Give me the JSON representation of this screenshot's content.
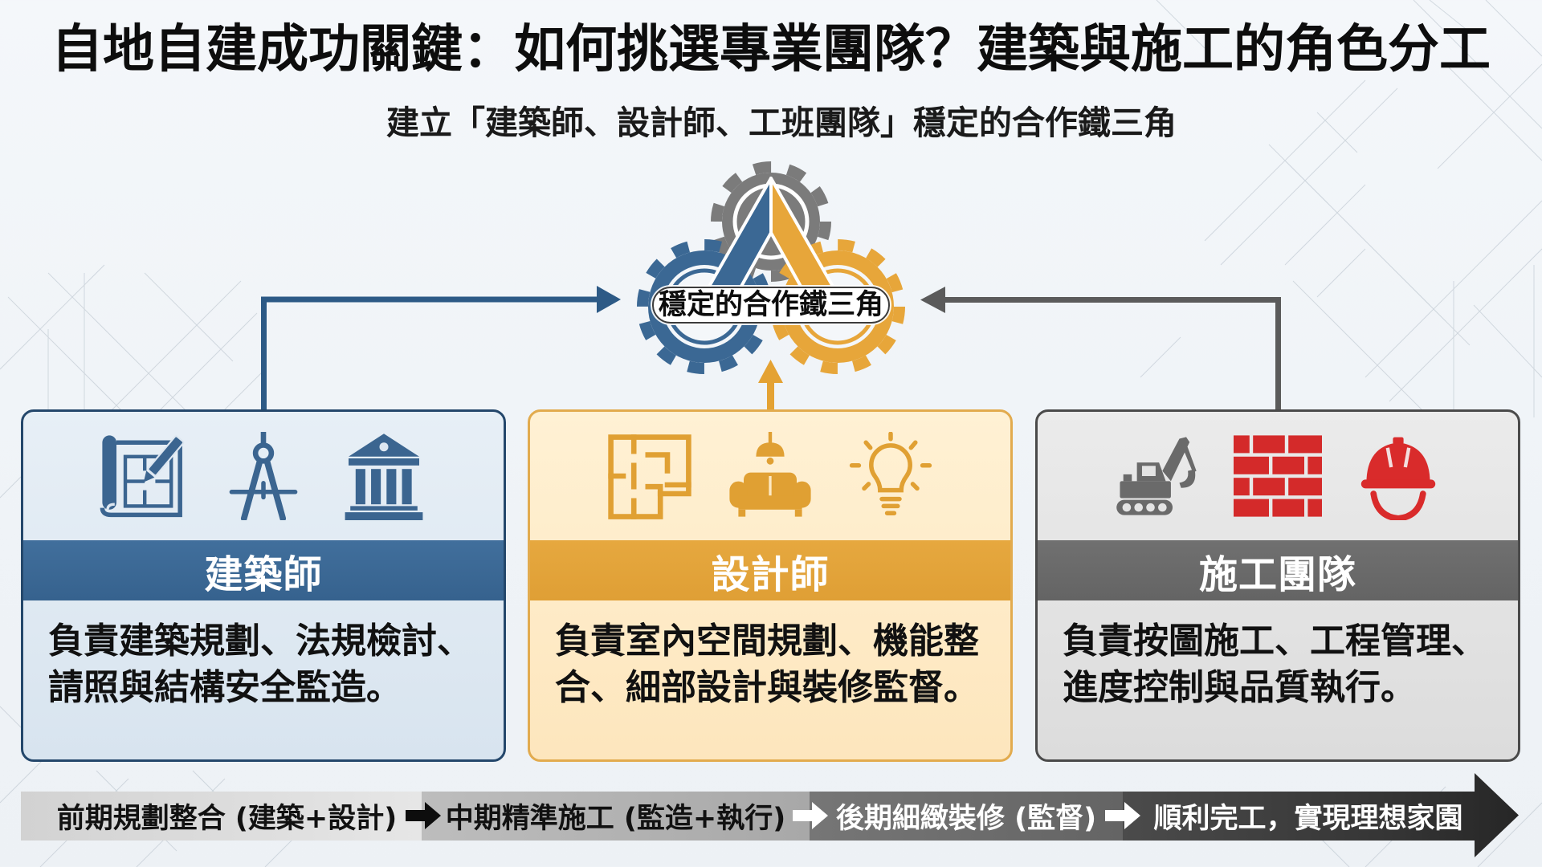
{
  "header": {
    "title": "自地自建成功關鍵：如何挑選專業團隊？建築與施工的角色分工",
    "subtitle": "建立「建築師、設計師、工班團隊」穩定的合作鐵三角"
  },
  "hub": {
    "label": "穩定的合作鐵三角",
    "icon": "gears-triangle-icon",
    "colors": {
      "top_gear": "#7b7b7b",
      "left_gear": "#3b6894",
      "right_gear": "#e7a63a"
    }
  },
  "cards": [
    {
      "title": "建築師",
      "desc_lines": [
        "負責建築規劃、法規檢討、",
        "請照與結構安全監造。"
      ],
      "icons": [
        "blueprint-icon",
        "drafting-compass-icon",
        "government-building-icon"
      ],
      "accent": "#3b6894",
      "background": "#dde7f1",
      "border": "#24476b"
    },
    {
      "title": "設計師",
      "desc_lines": [
        "負責室內空間規劃、機能整",
        "合、細部設計與裝修監督。"
      ],
      "icons": [
        "floor-plan-icon",
        "sofa-lamp-icon",
        "light-bulb-icon"
      ],
      "accent": "#e3a33a",
      "background": "#fde9c3",
      "border": "#e2ab4e"
    },
    {
      "title": "施工團隊",
      "desc_lines": [
        "負責按圖施工、工程管理、",
        "進度控制與品質執行。"
      ],
      "icons": [
        "excavator-icon",
        "brick-wall-icon",
        "hard-hat-icon"
      ],
      "accent": "#6a6a6a",
      "background": "#e2e2e2",
      "border": "#4a4a4a"
    }
  ],
  "connectors": {
    "left_color": "#2d5a86",
    "center_color": "#e4a233",
    "right_color": "#5b5b5b"
  },
  "timeline": {
    "steps": [
      {
        "label": "前期規劃整合 (建築+設計)",
        "bg": "#d9d9d9",
        "text_color": "#111111"
      },
      {
        "label": "中期精準施工 (監造+執行)",
        "bg": "#b0b0b0",
        "text_color": "#111111"
      },
      {
        "label": "後期細緻裝修 (監督)",
        "bg": "#6b6b6b",
        "text_color": "#ffffff"
      },
      {
        "label": "順利完工，實現理想家園",
        "bg": "#3a3a3a",
        "text_color": "#ffffff"
      }
    ],
    "arrow_icon": "right-arrow-icon"
  }
}
